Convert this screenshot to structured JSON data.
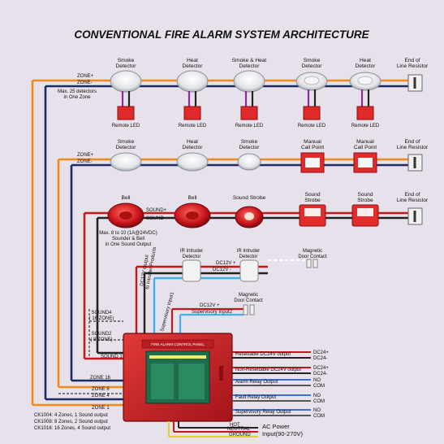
{
  "title": "CONVENTIONAL FIRE ALARM SYSTEM ARCHITECTURE",
  "row1": {
    "zone_plus": "ZONE+",
    "zone_minus": "ZONE-",
    "note_line1": "Max. 25 detectors",
    "note_line2": "in One Zone",
    "devices": [
      {
        "name_line1": "Smoke",
        "name_line2": "Detector"
      },
      {
        "name_line1": "Heat",
        "name_line2": "Detector"
      },
      {
        "name_line1": "Smoke & Heat",
        "name_line2": "Detector"
      },
      {
        "name_line1": "Smoke",
        "name_line2": "Detector"
      },
      {
        "name_line1": "Heat",
        "name_line2": "Detector"
      }
    ],
    "remote_led": "Remote LED",
    "eol_line1": "End of",
    "eol_line2": "Line Resistor"
  },
  "row2": {
    "zone_plus": "ZONE+",
    "zone_minus": "ZONE-",
    "devices": [
      {
        "name_line1": "Smoke",
        "name_line2": "Detector"
      },
      {
        "name_line1": "Heat",
        "name_line2": "Detector"
      },
      {
        "name_line1": "Smoke",
        "name_line2": "Detector"
      },
      {
        "name_line1": "Manual",
        "name_line2": "Call Point"
      },
      {
        "name_line1": "Manual",
        "name_line2": "Call Point"
      }
    ],
    "eol_line1": "End of",
    "eol_line2": "Line Resistor"
  },
  "row3": {
    "devices": [
      "Bell",
      "Bell",
      "Sound Strobe"
    ],
    "strobe1_line1": "Sound",
    "strobe1_line2": "Strobe",
    "strobe2_line1": "Sound",
    "strobe2_line2": "Strobe",
    "sound_plus": "SOUND+",
    "sound_minus": "SOUND-",
    "note_line1": "Max. 8  to 10 (1A@24VDC)",
    "note_line2": "Sounder & Bell",
    "note_line3": "in One Sound Output",
    "eol_line1": "End of",
    "eol_line2": "Line Resistor"
  },
  "intruder": {
    "ir1_line1": "IR Intruder",
    "ir1_line2": "Detector",
    "ir2_line1": "IR Intruder",
    "ir2_line2": "Detector",
    "mag1_line1": "Magnetic",
    "mag1_line2": "Door Contact",
    "dc12_plus": "DC12V +",
    "dc12_minus": "DC12V -",
    "mag2_line1": "Magnetic",
    "mag2_line2": "Door Contact",
    "dc12_plus2": "DC12V +",
    "supervisory": "Supervisory Input2",
    "dc12_output": "DC12V Output",
    "dc12_output_sub": "to Intruder Products",
    "supervisory_vertical": "Supervisory Input1"
  },
  "panel": {
    "panel_title": "FIRE ALARM CONTROL PANEL",
    "sound4": "SOUND4",
    "sound4_sub": "( 16 ZONE)",
    "sound2": "SOUND2",
    "sound2_sub": "( 8 ZONE)",
    "sound1": "SOUND 1",
    "zone16": "ZONE 16",
    "zone8": "ZONE 8",
    "zone4": "ZONE 4",
    "zone1": "ZONE 1",
    "model1": "CK1004:  4 Zones, 1 Sound output",
    "model2": "CK1008:  8 Zones, 2 Sound output",
    "model3": "CK1016: 16 Zones, 4 Sound output"
  },
  "outputs": {
    "resettable": "Resettable DC24V output",
    "non_resettable": "Non-Resettable DC24V output",
    "alarm_relay": "Alarm Relay Output",
    "fault_relay": "Fault Relay Output",
    "supervisory_relay": "Supervisory Relay Output",
    "dc24_plus_1": "DC24+",
    "dc24_minus_1": "DC24-",
    "dc24_plus_2": "DC24+",
    "dc24_minus_2": "DC24-",
    "no_1": "NO",
    "com_1": "COM",
    "no_2": "NO",
    "com_2": "COM",
    "no_3": "NO",
    "com_3": "COM",
    "hot": "HOT",
    "neutral": "NEUTRAL",
    "ground": "GROUND",
    "ac_power": "AC Power",
    "ac_input": "Input(90-270V)"
  }
}
